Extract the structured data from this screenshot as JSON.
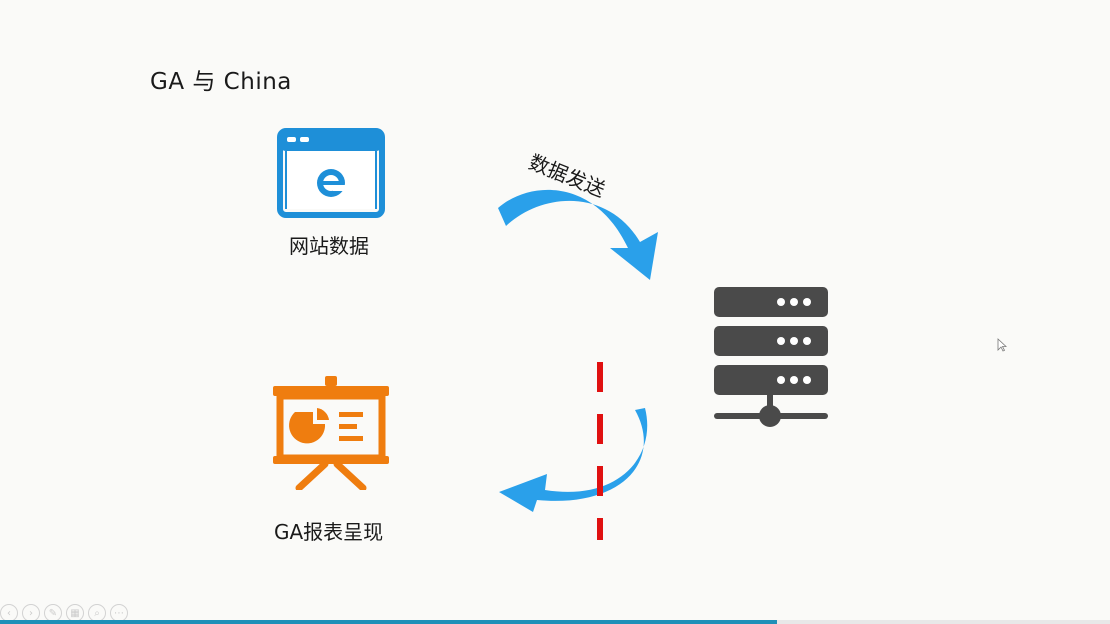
{
  "slide": {
    "title": "GA 与 China",
    "nodes": {
      "website": {
        "label": "网站数据",
        "icon": "browser-icon"
      },
      "server": {
        "icon": "server-rack-icon"
      },
      "report": {
        "label": "GA报表呈现",
        "icon": "presentation-board-icon"
      }
    },
    "edges": {
      "send": {
        "label": "数据发送",
        "icon": "curved-arrow-icon"
      },
      "return": {
        "icon": "curved-arrow-icon"
      }
    }
  },
  "colors": {
    "browser": "#1e8fd8",
    "arrow": "#2aa0ea",
    "server": "#4a4a4a",
    "report": "#ef7d0f",
    "divider": "#e01010",
    "progress": "#1e90b8"
  },
  "playback": {
    "toolbar": [
      "previous-icon",
      "next-icon",
      "pen-icon",
      "slides-icon",
      "zoom-icon",
      "more-icon"
    ],
    "progress": 0.7
  }
}
